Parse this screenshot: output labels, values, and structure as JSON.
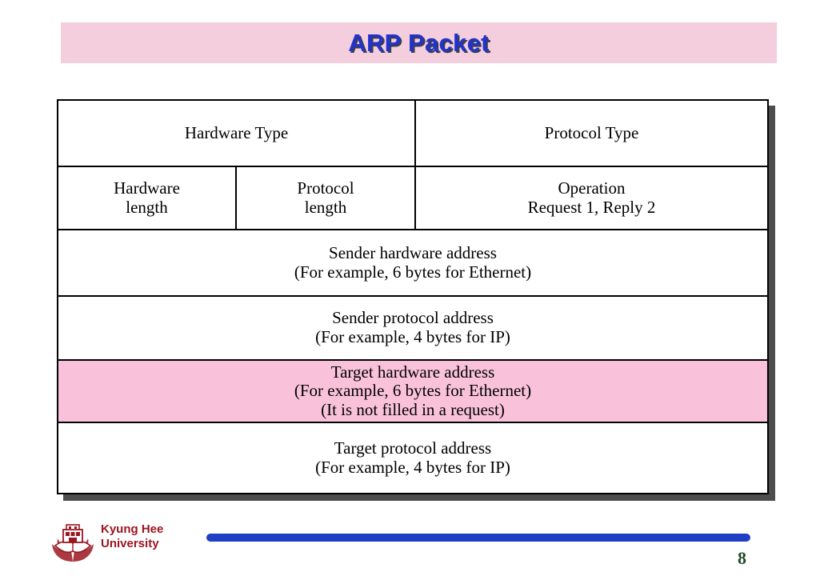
{
  "slide": {
    "title": "ARP Packet",
    "page_number": "8",
    "title_color": "#2233cc",
    "banner_color": "#f5cede",
    "highlight_color": "#f9c2da",
    "accent_bar_color": "#1f3fc4",
    "university_color": "#9b1621"
  },
  "packet": {
    "rows": [
      {
        "id": "row-type",
        "cells": [
          {
            "name": "hardware-type",
            "lines": [
              "Hardware Type"
            ]
          },
          {
            "name": "protocol-type",
            "lines": [
              "Protocol Type"
            ]
          }
        ]
      },
      {
        "id": "row-length-operation",
        "cells": [
          {
            "name": "hardware-length",
            "lines": [
              "Hardware",
              "length"
            ]
          },
          {
            "name": "protocol-length",
            "lines": [
              "Protocol",
              "length"
            ]
          },
          {
            "name": "operation",
            "lines": [
              "Operation",
              "Request 1, Reply 2"
            ]
          }
        ]
      },
      {
        "id": "row-sender-hardware-address",
        "cells": [
          {
            "name": "sender-hardware-address",
            "lines": [
              "Sender hardware address",
              "(For example, 6 bytes for Ethernet)"
            ]
          }
        ]
      },
      {
        "id": "row-sender-protocol-address",
        "cells": [
          {
            "name": "sender-protocol-address",
            "lines": [
              "Sender protocol address",
              "(For example, 4 bytes for IP)"
            ]
          }
        ]
      },
      {
        "id": "row-target-hardware-address",
        "highlighted": true,
        "cells": [
          {
            "name": "target-hardware-address",
            "lines": [
              "Target hardware address",
              "(For example, 6 bytes for Ethernet)",
              "(It is not filled in a request)"
            ]
          }
        ]
      },
      {
        "id": "row-target-protocol-address",
        "cells": [
          {
            "name": "target-protocol-address",
            "lines": [
              "Target protocol address",
              "(For example, 4 bytes for IP)"
            ]
          }
        ]
      }
    ],
    "text": {
      "hardware_type": "Hardware Type",
      "protocol_type": "Protocol Type",
      "hardware_length_1": "Hardware",
      "hardware_length_2": "length",
      "protocol_length_1": "Protocol",
      "protocol_length_2": "length",
      "operation_1": "Operation",
      "operation_2": "Request 1, Reply 2",
      "sender_hw_1": "Sender hardware address",
      "sender_hw_2": "(For example, 6 bytes for Ethernet)",
      "sender_proto_1": "Sender protocol address",
      "sender_proto_2": "(For example, 4 bytes for IP)",
      "target_hw_1": "Target hardware address",
      "target_hw_2": "(For example, 6 bytes for Ethernet)",
      "target_hw_3": "(It is not filled in a request)",
      "target_proto_1": "Target protocol address",
      "target_proto_2": "(For example, 4 bytes for IP)"
    }
  },
  "footer": {
    "university_line_1": "Kyung Hee",
    "university_line_2": "University",
    "logo_icon": "kyung-hee-crest-icon"
  }
}
